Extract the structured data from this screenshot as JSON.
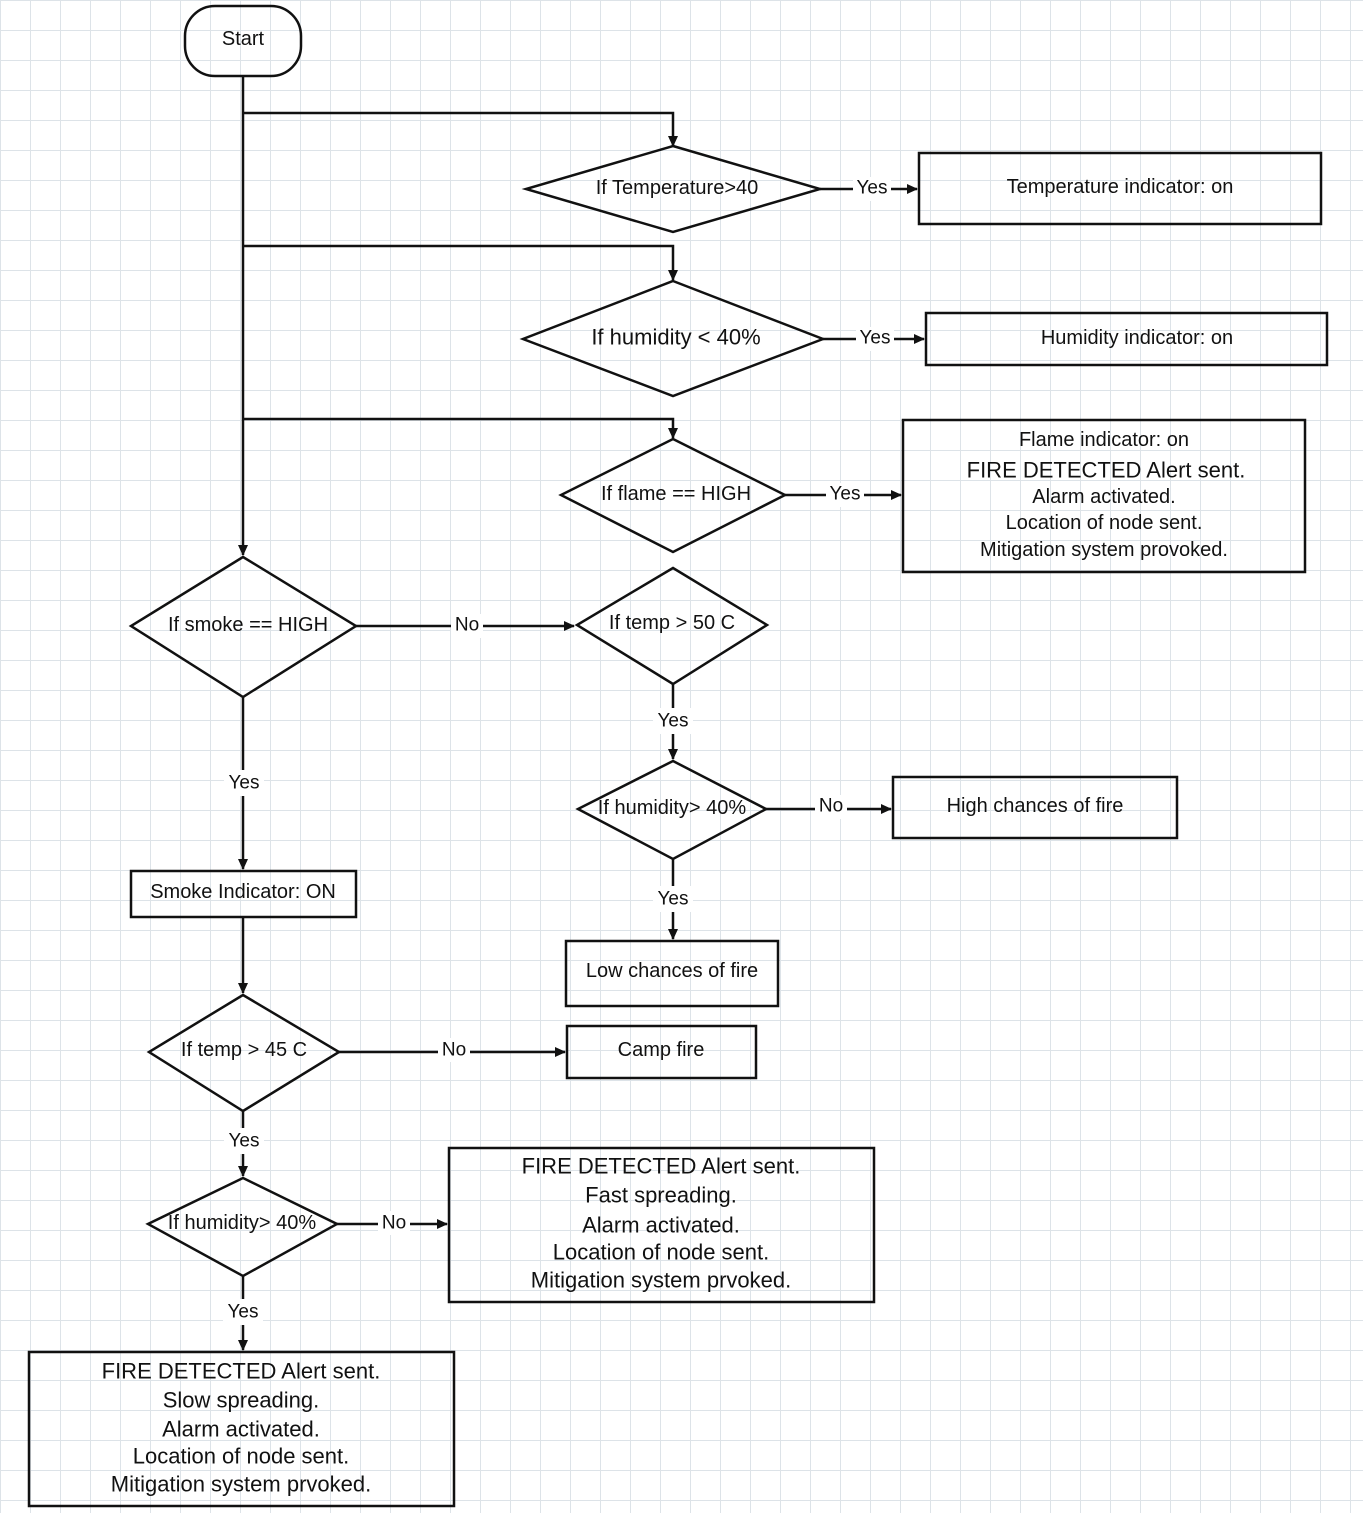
{
  "colors": {
    "yellow": "#f5ef8a",
    "red": "#f49aa6",
    "pink": "#f7bde6",
    "white": "#ffffff",
    "line": "#111111"
  },
  "nodes": {
    "start": "Start",
    "if_temperature": "If Temperature>40",
    "temperature_indicator": "Temperature indicator: on",
    "if_humidity_lt": "If humidity < 40%",
    "humidity_indicator": "Humidity indicator: on",
    "if_flame": "If flame == HIGH",
    "flame_result": [
      "Flame indicator: on",
      "FIRE DETECTED Alert sent.",
      "Alarm activated.",
      "Location of node sent.",
      "Mitigation system provoked."
    ],
    "if_smoke": "If smoke == HIGH",
    "if_temp_50": "If temp > 50 C",
    "if_humidity_right": "If humidity> 40%",
    "high_chances": "High chances of fire",
    "low_chances": "Low chances of fire",
    "smoke_indicator": "Smoke Indicator: ON",
    "if_temp_45": "If temp > 45 C",
    "camp_fire": "Camp fire",
    "if_humidity_left": "If humidity> 40%",
    "fast_result": [
      "FIRE DETECTED Alert sent.",
      "Fast spreading.",
      "Alarm activated.",
      "Location of node sent.",
      "Mitigation system prvoked."
    ],
    "slow_result": [
      "FIRE DETECTED Alert sent.",
      "Slow spreading.",
      "Alarm activated.",
      "Location of node sent.",
      "Mitigation system prvoked."
    ]
  },
  "edge_labels": {
    "temp_yes": "Yes",
    "humidity_yes": "Yes",
    "flame_yes": "Yes",
    "smoke_no": "No",
    "temp50_yes": "Yes",
    "humid_right_no": "No",
    "humid_right_yes": "Yes",
    "smoke_yes": "Yes",
    "temp45_no": "No",
    "temp45_yes": "Yes",
    "humid_left_no": "No",
    "humid_left_yes": "Yes"
  }
}
